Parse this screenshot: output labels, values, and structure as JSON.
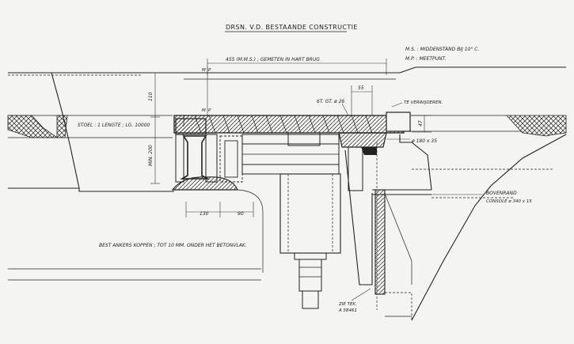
{
  "drawing": {
    "title": "DRSN. V.D. BESTAANDE CONSTRUCTIE",
    "legend_line1": "M.S. : MIDDENSTAND BIJ 10° C.",
    "legend_line2": "M.P. : MEETPUNT.",
    "span_dimension": "455 (M.M.S.) ; GEMETEN IN HART BRUG",
    "mp_top": "M",
    "mp_top_b": "P",
    "mp_bottom": "M",
    "mp_bottom_b": "P",
    "dim_55": "55",
    "dim_110": "110",
    "dim_200": "MIN. 200",
    "dim_47": "47",
    "dim_130": "130",
    "dim_90": "90",
    "bolts_label": "6T. GT. ø 26",
    "widen_label": "TE VERWIJDEREN.",
    "plate_label": "ø 180 x 35",
    "stoel_label": "STOEL : 1 LENGTE ; LG. 10000",
    "anchors_note": "BEST ANKERS KOPPEN ; TOT 10 MM. ONDER HET BETONVLAK.",
    "bovenrand_label": "BOVENRAND",
    "console_label": "CONSOLE ø 340 x 15",
    "ref_line1": "ZIE TEK.",
    "ref_line2": "A 58461"
  }
}
